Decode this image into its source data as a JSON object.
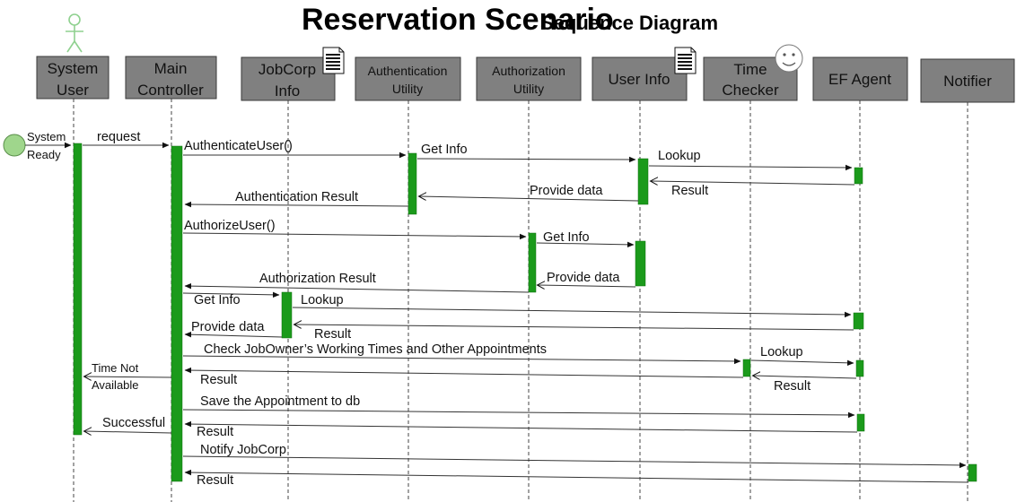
{
  "title": {
    "main": "Reservation Scenario",
    "sub": "Sequence Diagram"
  },
  "participants": [
    {
      "id": "system-user",
      "lines": [
        "System",
        "User"
      ]
    },
    {
      "id": "main-controller",
      "lines": [
        "Main",
        "Controller"
      ]
    },
    {
      "id": "jobcorp-info",
      "lines": [
        "JobCorp",
        "Info"
      ]
    },
    {
      "id": "authentication-utility",
      "lines": [
        "Authentication",
        "Utility"
      ]
    },
    {
      "id": "authorization-utility",
      "lines": [
        "Authorization",
        "Utility"
      ]
    },
    {
      "id": "user-info",
      "lines": [
        "User Info"
      ]
    },
    {
      "id": "time-checker",
      "lines": [
        "Time",
        "Checker"
      ]
    },
    {
      "id": "ef-agent",
      "lines": [
        "EF Agent"
      ]
    },
    {
      "id": "notifier",
      "lines": [
        "Notifier"
      ]
    }
  ],
  "start_label": [
    "System",
    "Ready"
  ],
  "messages": [
    {
      "id": "request",
      "text": "request"
    },
    {
      "id": "authenticate-user",
      "text": "AuthenticateUser()"
    },
    {
      "id": "get-info-1",
      "text": "Get Info"
    },
    {
      "id": "lookup-1",
      "text": "Lookup"
    },
    {
      "id": "result-1",
      "text": "Result"
    },
    {
      "id": "provide-data-1",
      "text": "Provide data"
    },
    {
      "id": "authentication-result",
      "text": "Authentication Result"
    },
    {
      "id": "authorize-user",
      "text": "AuthorizeUser()"
    },
    {
      "id": "get-info-2",
      "text": "Get Info"
    },
    {
      "id": "provide-data-2",
      "text": "Provide data"
    },
    {
      "id": "authorization-result",
      "text": "Authorization Result"
    },
    {
      "id": "get-info-3",
      "text": "Get Info"
    },
    {
      "id": "lookup-2",
      "text": "Lookup"
    },
    {
      "id": "result-2",
      "text": "Result"
    },
    {
      "id": "provide-data-3",
      "text": "Provide data"
    },
    {
      "id": "check-working-times",
      "text": "Check JobOwner’s Working Times and Other Appointments"
    },
    {
      "id": "lookup-3",
      "text": "Lookup"
    },
    {
      "id": "result-3",
      "text": "Result"
    },
    {
      "id": "result-4",
      "text": "Result"
    },
    {
      "id": "time-not-available",
      "text": [
        "Time Not",
        "Available"
      ]
    },
    {
      "id": "save-appointment",
      "text": "Save the Appointment to db"
    },
    {
      "id": "result-5",
      "text": "Result"
    },
    {
      "id": "successful",
      "text": "Successful"
    },
    {
      "id": "notify-jobcorp",
      "text": "Notify JobCorp"
    },
    {
      "id": "result-6",
      "text": "Result"
    }
  ]
}
